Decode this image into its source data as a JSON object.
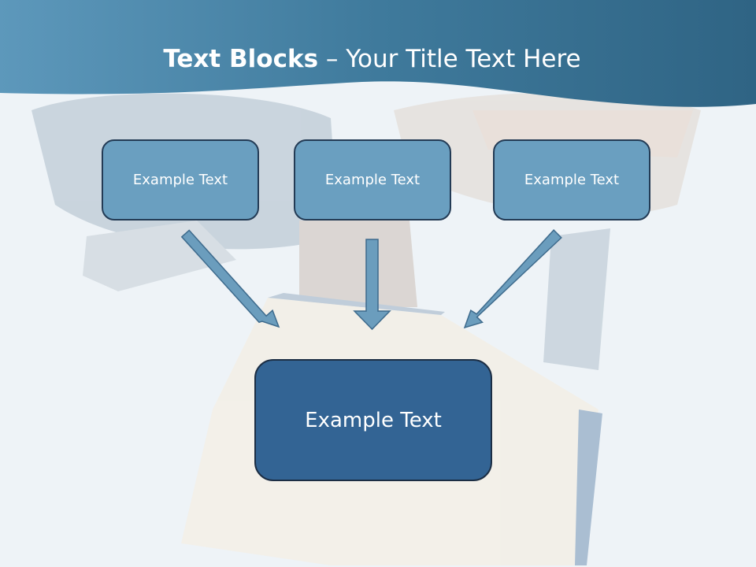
{
  "title": {
    "bold": "Text Blocks",
    "dash": " – ",
    "rest": "Your Title Text Here"
  },
  "blocks": [
    {
      "label": "Example Text"
    },
    {
      "label": "Example Text"
    },
    {
      "label": "Example Text"
    }
  ],
  "main_block": {
    "label": "Example Text"
  },
  "colors": {
    "header": "#3f7a9c",
    "small_block_fill": "#6a9fc0",
    "main_block_fill": "#336494",
    "arrow_fill": "#6b9dbd"
  }
}
